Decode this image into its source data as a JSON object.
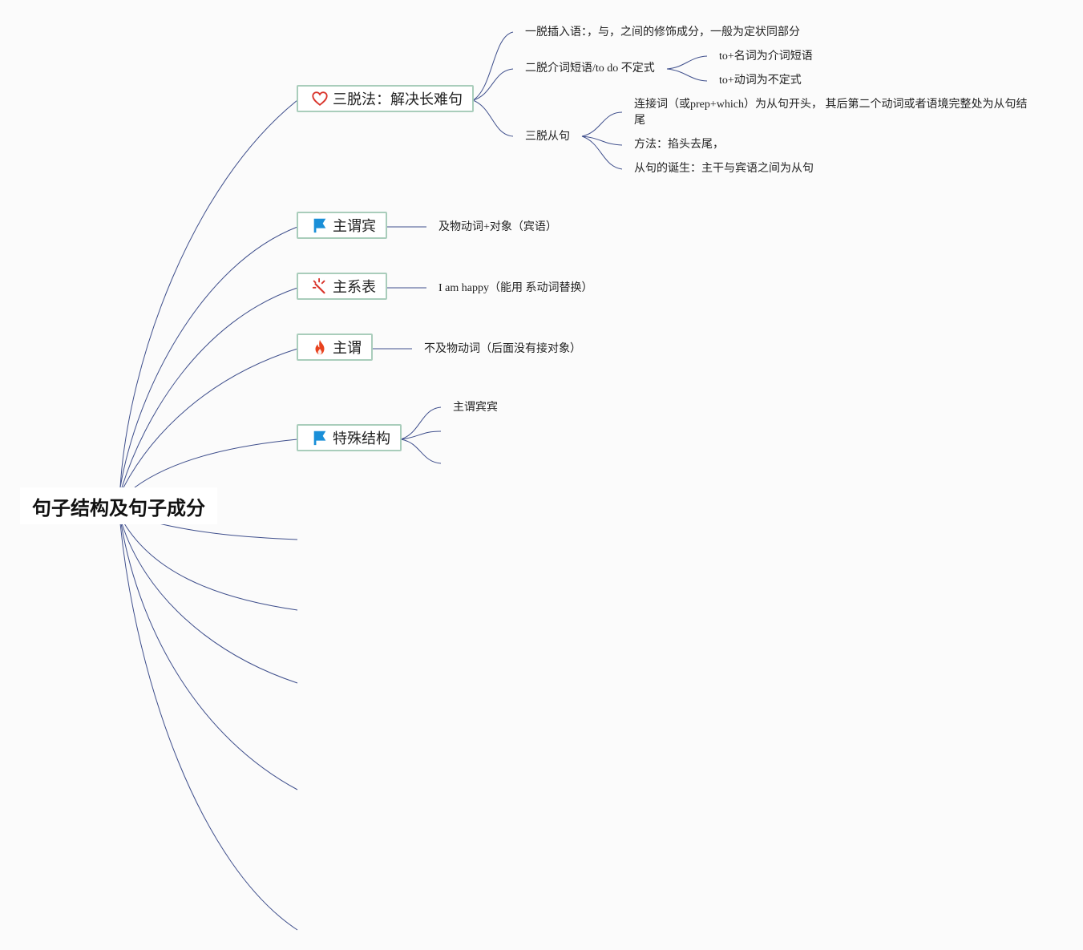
{
  "root": {
    "label": "句子结构及句子成分"
  },
  "topics": [
    {
      "label": "三脱法：解决长难句",
      "icon": "heart-icon",
      "children": [
        {
          "label": "一脱插入语：，与，之间的修饰成分，一般为定状同部分"
        },
        {
          "label": "二脱介词短语/to do 不定式",
          "children": [
            {
              "label": "to+名词为介词短语"
            },
            {
              "label": "to+动词为不定式"
            }
          ]
        },
        {
          "label": "三脱从句",
          "children": [
            {
              "label": "连接词（或prep+which）为从句开头， 其后第二个动词或者语境完整处为从句结尾"
            },
            {
              "label": "方法：掐头去尾，"
            },
            {
              "label": "从句的诞生：主干与宾语之间为从句"
            }
          ]
        }
      ]
    },
    {
      "label": "主谓宾",
      "icon": "flag-icon",
      "children": [
        {
          "label": "及物动词+对象（宾语）"
        }
      ]
    },
    {
      "label": "主系表",
      "icon": "magic-wand-icon",
      "children": [
        {
          "label": "I am happy（能用 系动词替换）"
        }
      ]
    },
    {
      "label": "主谓",
      "icon": "fire-icon",
      "children": [
        {
          "label": "不及物动词（后面没有接对象）"
        }
      ]
    },
    {
      "label": "特殊结构",
      "icon": "flag-icon",
      "children": [
        {
          "label": "主谓宾宾"
        },
        {
          "label": ""
        },
        {
          "label": ""
        }
      ]
    }
  ],
  "colors": {
    "connector": "#3f4f8c",
    "topic_border": "#a9cdbb",
    "heart": "#d9342b",
    "flag": "#1a8fd8",
    "wand": "#d9342b",
    "fire": "#e8421e",
    "background": "#fbfbfb"
  }
}
